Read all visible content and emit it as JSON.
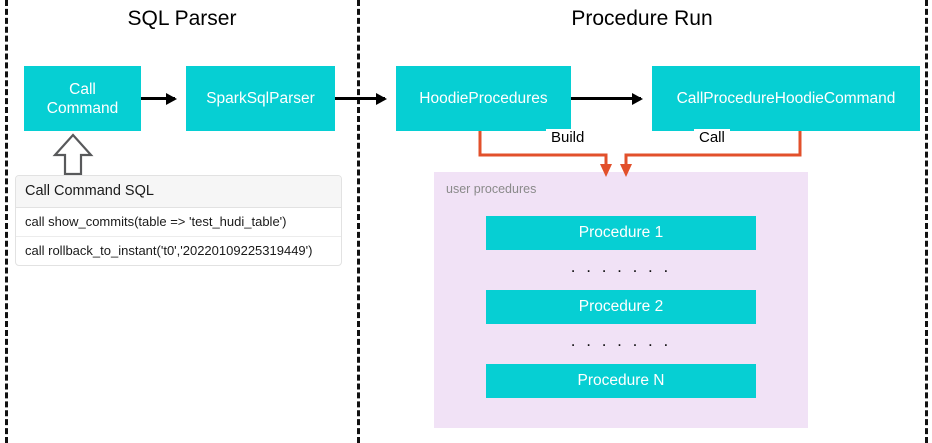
{
  "diagram": {
    "title_left": "SQL Parser",
    "title_right": "Procedure Run",
    "colors": {
      "node_teal": "#06CFD3",
      "panel_pink": "#F1E2F6",
      "connector_orange": "#E2502B",
      "arrow_black": "#000000",
      "divider_black": "#111111"
    }
  },
  "nodes": {
    "call_command": "Call\nCommand",
    "call_command_line1": "Call",
    "call_command_line2": "Command",
    "spark_sql_parser": "SparkSqlParser",
    "hoodie_procedures": "HoodieProcedures",
    "call_procedure_hoodie_command": "CallProcedureHoodieCommand"
  },
  "edges": {
    "build_label": "Build",
    "call_label": "Call"
  },
  "sql_table": {
    "header": "Call Command SQL",
    "rows": [
      "call show_commits(table => 'test_hudi_table')",
      "call rollback_to_instant('t0','20220109225319449')"
    ]
  },
  "user_procedures": {
    "label": "user procedures",
    "items": [
      "Procedure 1",
      "Procedure 2",
      "Procedure N"
    ],
    "separator": ". . . . . . ."
  }
}
